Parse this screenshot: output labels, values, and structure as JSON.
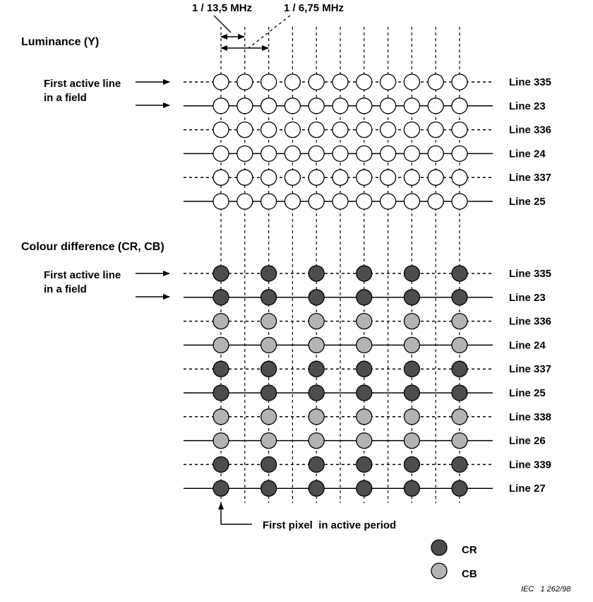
{
  "timing": {
    "period_fine": "1 / 13,5 MHz",
    "period_coarse": "1 / 6,75 MHz"
  },
  "luminance": {
    "title": "Luminance (Y)",
    "first_active_line": [
      "First active line",
      "in a field"
    ],
    "lines": [
      {
        "label": "Line 335",
        "style": "dashed"
      },
      {
        "label": "Line 23",
        "style": "solid"
      },
      {
        "label": "Line 336",
        "style": "dashed"
      },
      {
        "label": "Line 24",
        "style": "solid"
      },
      {
        "label": "Line 337",
        "style": "dashed"
      },
      {
        "label": "Line 25",
        "style": "solid"
      }
    ],
    "samples_per_line": 11
  },
  "colour_difference": {
    "title": "Colour difference (CR, CB)",
    "first_active_line": [
      "First active line",
      "in a field"
    ],
    "lines": [
      {
        "label": "Line 335",
        "style": "dashed",
        "component": "CR"
      },
      {
        "label": "Line 23",
        "style": "solid",
        "component": "CR"
      },
      {
        "label": "Line 336",
        "style": "dashed",
        "component": "CB"
      },
      {
        "label": "Line 24",
        "style": "solid",
        "component": "CB"
      },
      {
        "label": "Line 337",
        "style": "dashed",
        "component": "CR"
      },
      {
        "label": "Line 25",
        "style": "solid",
        "component": "CR"
      },
      {
        "label": "Line 338",
        "style": "dashed",
        "component": "CB"
      },
      {
        "label": "Line 26",
        "style": "solid",
        "component": "CB"
      },
      {
        "label": "Line 339",
        "style": "dashed",
        "component": "CR"
      },
      {
        "label": "Line 27",
        "style": "solid",
        "component": "CR"
      }
    ],
    "samples_per_line": 6
  },
  "first_pixel_label": "First pixel  in active period",
  "legend": [
    {
      "label": "CR",
      "color": "#4d4d4d"
    },
    {
      "label": "CB",
      "color": "#b3b3b3"
    }
  ],
  "colors": {
    "luma_fill": "#ffffff",
    "cr_fill": "#4d4d4d",
    "cb_fill": "#b3b3b3",
    "stroke": "#000000"
  },
  "caption": "IEC   1 262/98"
}
